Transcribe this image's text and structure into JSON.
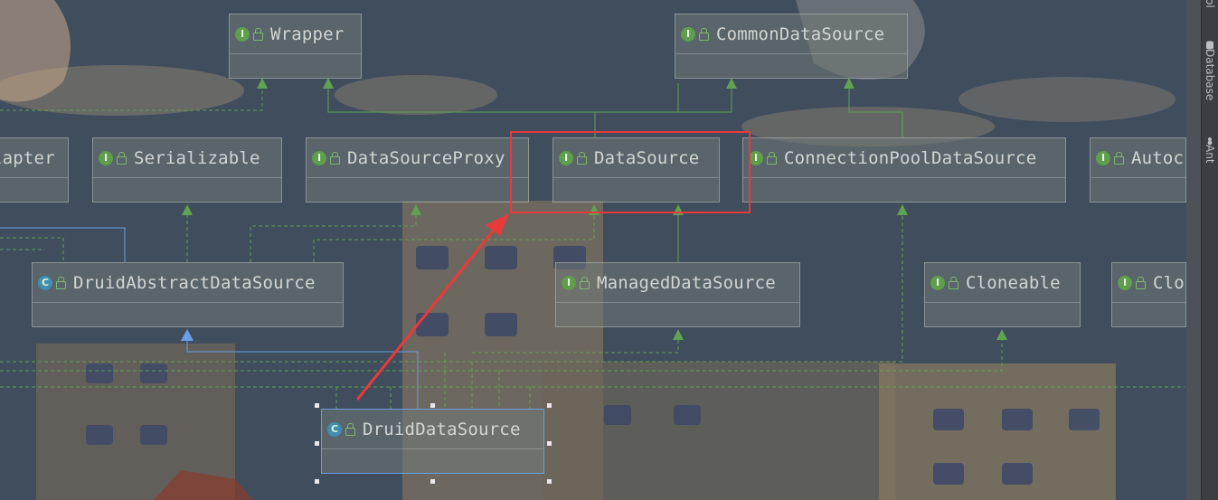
{
  "diagram": {
    "nodes": [
      {
        "id": "wrapper",
        "label": "Wrapper",
        "kind": "interface"
      },
      {
        "id": "common",
        "label": "CommonDataSource",
        "kind": "interface"
      },
      {
        "id": "adapter",
        "label": "lapter",
        "kind": "interface"
      },
      {
        "id": "serializable",
        "label": "Serializable",
        "kind": "interface"
      },
      {
        "id": "dsproxy",
        "label": "DataSourceProxy",
        "kind": "interface"
      },
      {
        "id": "datasource",
        "label": "DataSource",
        "kind": "interface"
      },
      {
        "id": "cpds",
        "label": "ConnectionPoolDataSource",
        "kind": "interface"
      },
      {
        "id": "autoc",
        "label": "Autoc",
        "kind": "interface"
      },
      {
        "id": "druidabs",
        "label": "DruidAbstractDataSource",
        "kind": "class"
      },
      {
        "id": "managed",
        "label": "ManagedDataSource",
        "kind": "interface"
      },
      {
        "id": "cloneable",
        "label": "Cloneable",
        "kind": "interface"
      },
      {
        "id": "clo",
        "label": "Clo",
        "kind": "interface"
      },
      {
        "id": "druidds",
        "label": "DruidDataSource",
        "kind": "class"
      }
    ],
    "badges": {
      "interface": "I",
      "class": "C"
    },
    "colors": {
      "implements": "#5fa352",
      "extends": "#6a9ee6",
      "highlight": "#e83a3a"
    }
  },
  "side_panel": {
    "tabs": [
      "Database",
      "Ant"
    ],
    "top_fragment": "ol"
  }
}
